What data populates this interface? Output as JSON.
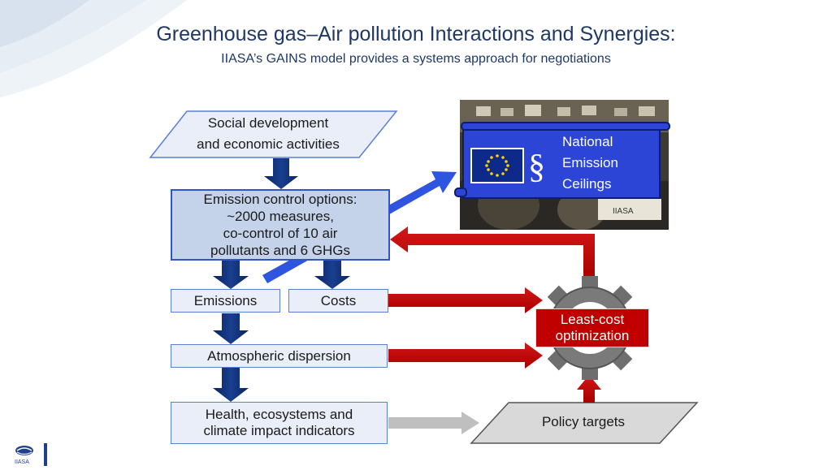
{
  "header": {
    "title": "Greenhouse gas–Air pollution Interactions and Synergies:",
    "subtitle": "IIASA’s GAINS model provides a systems approach for negotiations"
  },
  "diagram": {
    "social_dev_line1": "Social development",
    "social_dev_line2": "and economic activities",
    "emission_control_line1": "Emission control options:",
    "emission_control_line2": "~2000 measures,",
    "emission_control_line3": "co-control of 10 air",
    "emission_control_line4": "pollutants and 6 GHGs",
    "emissions": "Emissions",
    "costs": "Costs",
    "atmospheric": "Atmospheric dispersion",
    "health_line1": "Health, ecosystems and",
    "health_line2": "climate impact indicators",
    "lcopt_line1": "Least-cost",
    "lcopt_line2": "optimization",
    "policy": "Policy targets",
    "nec_line1": "National",
    "nec_line2": "Emission",
    "nec_line3": "Ceilings",
    "section_symbol": "§"
  },
  "photo": {
    "sign_text": "IIASA"
  },
  "footer": {
    "logo_text": "IIASA"
  },
  "colors": {
    "title": "#1f3864",
    "dark_arrow": "#0b2a6b",
    "red_arrow": "#c00000",
    "blue_arrow": "#2f55e0",
    "grey_arrow": "#bfbfbf",
    "gear": "#6b6b6b"
  }
}
